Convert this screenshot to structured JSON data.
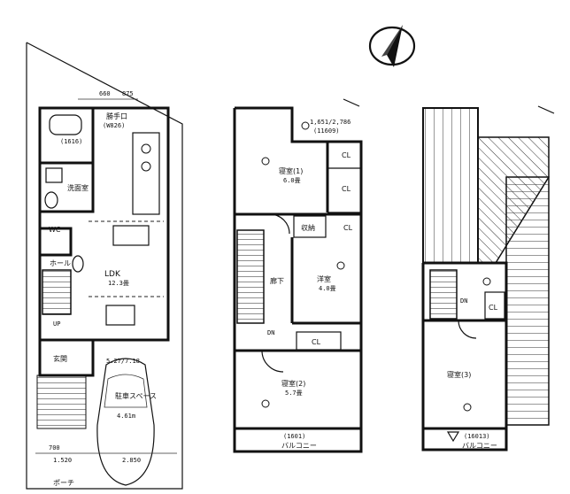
{
  "compass": {
    "icon": "north-arrow-icon"
  },
  "floor1": {
    "dims": {
      "left": "660",
      "right": "875"
    },
    "rooms": {
      "bath": "(1616)",
      "storage_unit": "勝手口",
      "storage_unit_sub": "(W826)",
      "washroom": "洗面室",
      "toilet": "WC",
      "ldk": "LDK",
      "ldk_area": "12.3畳",
      "entrance": "玄関",
      "hall": "ホール",
      "up": "UP",
      "area_text": "5.27/7.18",
      "parking_note": "駐車スペース",
      "car_dim": "4.61m",
      "dim_2850": "2.850",
      "dim_700": "700",
      "dim_1520": "1.520",
      "porch": "ポーチ"
    }
  },
  "floor2": {
    "ceiling": "1,651/2,786",
    "ceiling_sub": "(11609)",
    "rooms": {
      "bed1": "寝室(1)",
      "bed1_area": "6.0畳",
      "cl1": "CL",
      "cl2": "CL",
      "closet": "収納",
      "cl3": "CL",
      "corridor": "廊下",
      "room2": "洋室",
      "room2_area": "4.0畳",
      "cl4": "CL",
      "bed2": "寝室(2)",
      "bed2_area": "5.7畳",
      "balcony_dim": "(1601)",
      "balcony": "バルコニー",
      "dn": "DN"
    }
  },
  "floor3": {
    "rooms": {
      "dn": "DN",
      "cl": "CL",
      "bed3": "寝室(3)",
      "balcony_dim": "(16013)",
      "balcony": "バルコニー"
    }
  }
}
